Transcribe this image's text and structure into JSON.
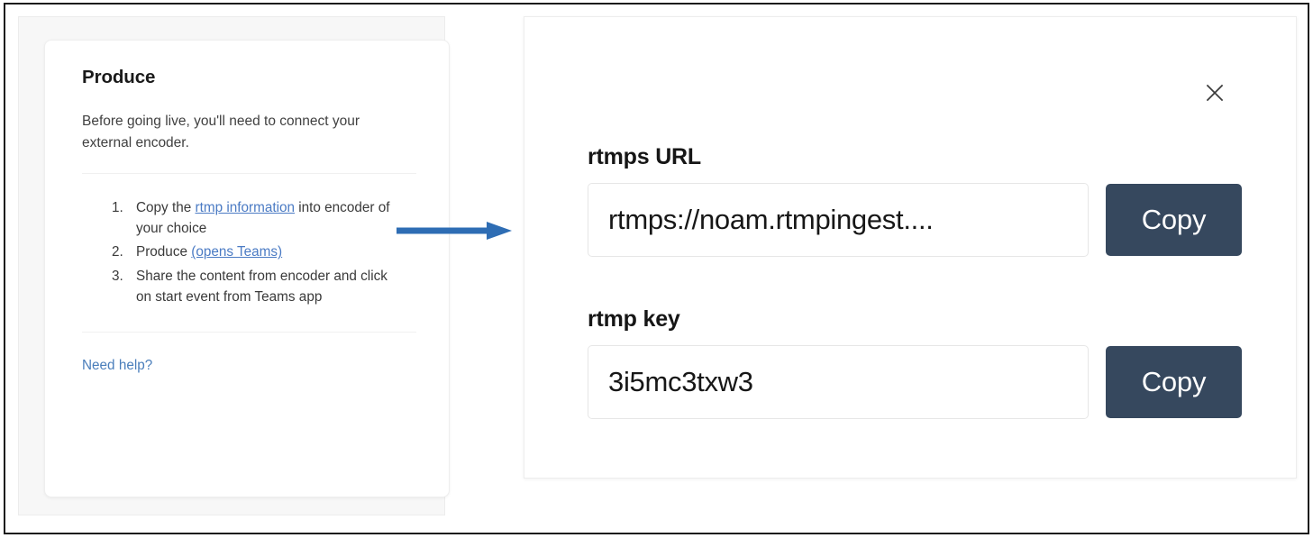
{
  "left_card": {
    "title": "Produce",
    "description": "Before going live, you'll need to connect your external encoder.",
    "steps": [
      {
        "prefix": "Copy the ",
        "link": "rtmp information",
        "suffix": " into encoder of your choice"
      },
      {
        "prefix": "Produce ",
        "link": "(opens Teams)",
        "suffix": ""
      },
      {
        "prefix": "Share the content from encoder and click on start event from Teams app",
        "link": "",
        "suffix": ""
      }
    ],
    "need_help_label": "Need help?"
  },
  "arrow": {
    "name": "arrow-pointing-right",
    "color": "#2e6db4"
  },
  "right_panel": {
    "close_icon": "close-x-icon",
    "fields": [
      {
        "label": "rtmps URL",
        "value": "rtmps://noam.rtmpingest....",
        "button_label": "Copy"
      },
      {
        "label": "rtmp key",
        "value": "3i5mc3txw3",
        "button_label": "Copy"
      }
    ]
  },
  "colors": {
    "copy_button_bg": "#36485e",
    "link_blue": "#4b7bc4",
    "arrow_blue": "#2e6db4",
    "frame_border": "#1c1c1c"
  }
}
